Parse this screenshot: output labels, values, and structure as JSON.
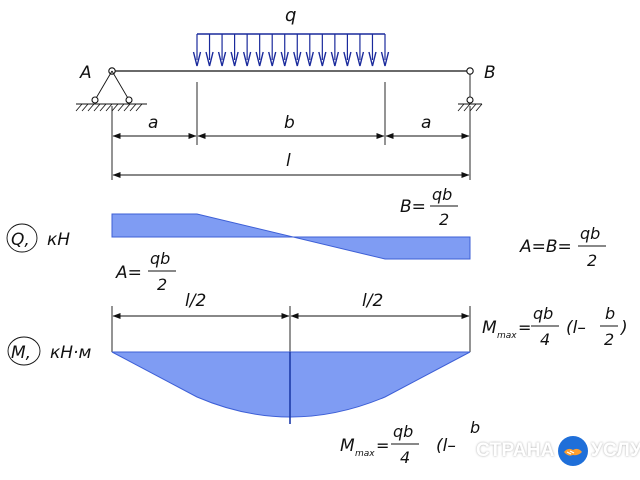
{
  "beam": {
    "load_label": "q",
    "support_left": "A",
    "support_right": "B",
    "dim_a_left": "a",
    "dim_b": "b",
    "dim_a_right": "a",
    "dim_l": "l"
  },
  "shear_diagram": {
    "axis_label": "Q,",
    "unit": "кН",
    "right_value_lhs": "B=",
    "right_value_num": "qb",
    "right_value_den": "2",
    "left_value_lhs": "A=",
    "left_value_num": "qb",
    "left_value_den": "2",
    "reaction_lhs": "A=B=",
    "reaction_num": "qb",
    "reaction_den": "2"
  },
  "moment_diagram": {
    "axis_label": "M,",
    "unit": "кН·м",
    "half_left": "l/2",
    "half_right": "l/2",
    "formula_top": {
      "lhs": "M",
      "subscript": "max",
      "eq": "=",
      "num": "qb",
      "den": "4",
      "paren_open": "(l–",
      "inner_num": "b",
      "inner_den": "2",
      "paren_close": ")"
    },
    "formula_bottom": {
      "lhs": "M",
      "subscript": "max",
      "eq": "=",
      "num": "qb",
      "den": "4",
      "paren_open": "(l–",
      "inner_num": "b"
    }
  },
  "watermark": {
    "left_text": "СТРАНА",
    "right_text": "УСЛУГ",
    "icon": "handshake-icon"
  },
  "colors": {
    "fill": "#7f9cf3",
    "fill_stroke": "#3d5fd6",
    "arrow": "#1a2a9c",
    "line": "#111111",
    "logo_bg": "#1f6fd9"
  }
}
